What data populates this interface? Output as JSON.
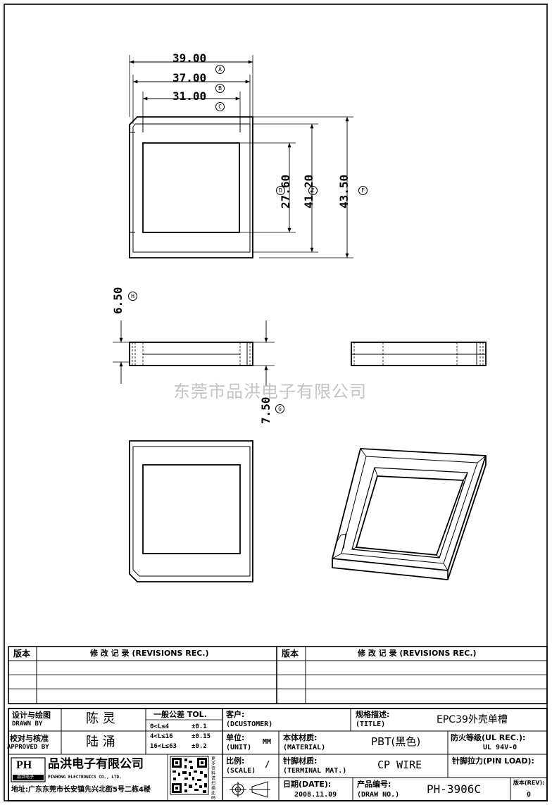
{
  "dimensions": {
    "width_a": "39.00",
    "width_b": "37.00",
    "width_c": "31.00",
    "height_d": "27.60",
    "height_e": "41.20",
    "height_f": "43.50",
    "thick_h": "6.50",
    "thick_g": "7.50",
    "marker_a": "A",
    "marker_b": "B",
    "marker_c": "C",
    "marker_d": "D",
    "marker_e": "E",
    "marker_f": "F",
    "marker_h": "H",
    "marker_g": "G"
  },
  "watermark": "东莞市品洪电子有限公司",
  "revisions": {
    "col_version": "版本",
    "col_record": "修 改 记 录 (REVISIONS REC.)",
    "col_version_2": "版本",
    "col_record_2": "修 改 记 录 (REVISIONS REC.)"
  },
  "titleblock": {
    "designer_label": "设计与绘图",
    "designer_label_en": "DRAWN BY",
    "designer_name": "陈 灵",
    "approver_label": "校对与核准",
    "approver_label_en": "APPROVED BY",
    "approver_name": "陆 涌",
    "tol_title": "一般公差 TOL.",
    "tol_1_range": "0<L≤4",
    "tol_1_value": "±0.1",
    "tol_2_range": "4<L≤16",
    "tol_2_value": "±0.15",
    "tol_3_range": "16<L≤63",
    "tol_3_value": "±0.2",
    "customer_label": "客户:",
    "customer_label_en": "(DCUSTOMER)",
    "title_label": "规格描述:",
    "title_label_en": "(TITLE)",
    "title_value": "EPC39外壳单槽",
    "unit_label": "单位:",
    "unit_label_en": "(UNIT)",
    "unit_value": "MM",
    "material_label": "本体材质:",
    "material_label_en": "(MATERIAL)",
    "material_value": "PBT(黑色)",
    "fire_label": "防火等级(UL REC.):",
    "fire_value": "UL 94V-0",
    "scale_label": "比例:",
    "scale_label_en": "(SCALE)",
    "scale_value": "/",
    "terminal_label": "针脚材质:",
    "terminal_label_en": "(TERMINAL MAT.)",
    "terminal_value": "CP WIRE",
    "pinload_label": "针脚拉力(PIN LOAD):",
    "date_label": "日期(DATE):",
    "date_value": "2008.11.09",
    "drawno_label": "产品编号:",
    "drawno_label_en": "(DRAW NO.)",
    "drawno_value": "PH-3906C",
    "rev_label": "版本(REV):",
    "rev_value": "0",
    "company_logo": "PH",
    "company_logo_sub": "品洪电子",
    "company_name": "品洪电子有限公司",
    "company_name_en": "PINHONG ELECTRONICS CO., LTD.",
    "qr_caption": "更多资料请扫描此码",
    "address": "地址:广东东莞市长安镇先兴北街5号二栋4楼"
  },
  "colors": {
    "ink": "#000000",
    "watermark": "#c4c4c4",
    "paper": "#ffffff"
  }
}
